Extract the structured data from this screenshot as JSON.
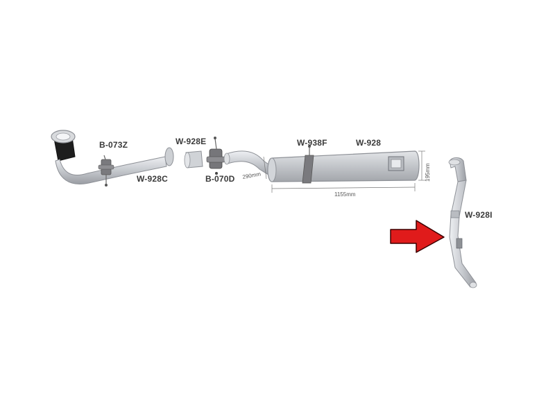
{
  "parts": {
    "b073z": "B-073Z",
    "w928c": "W-928C",
    "w928e": "W-928E",
    "b070d": "B-070D",
    "w938f": "W-938F",
    "w928": "W-928",
    "w928i": "W-928I"
  },
  "dimensions": {
    "length": "1155mm",
    "height": "195mm",
    "pipe": "290mm"
  },
  "colors": {
    "pipe": "#c9ccd1",
    "pipe_edge": "#8d9096",
    "clamp": "#7a7a7e",
    "rubber": "#1e1e1e",
    "arrow": "#e01b1b",
    "arrow_edge": "#3a0000"
  },
  "icons": {
    "pointer": "red-arrow-icon"
  }
}
